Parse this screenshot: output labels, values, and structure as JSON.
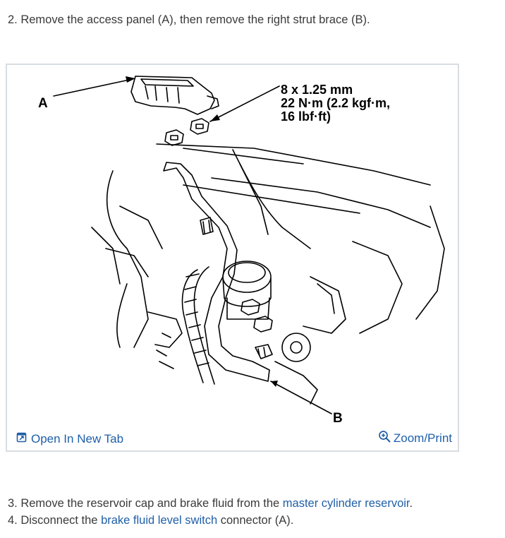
{
  "steps": {
    "step2": "2. Remove the access panel (A), then remove the right strut brace (B).",
    "step3_prefix": "3. Remove the reservoir cap and brake fluid from the ",
    "step3_link": "master cylinder reservoir",
    "step3_suffix": ".",
    "step4_prefix": "4. Disconnect the ",
    "step4_link": "brake fluid level switch",
    "step4_suffix": " connector (A)."
  },
  "figure": {
    "callout_a": "A",
    "callout_b": "B",
    "spec_line1": "8 x 1.25 mm",
    "spec_line2": "22 N·m (2.2 kgf·m,",
    "spec_line3": "16 lbf·ft)",
    "open_tab_label": "Open In New Tab",
    "zoom_label": "Zoom/Print",
    "open_tab_icon": "open-new-tab-icon",
    "zoom_icon": "zoom-magnifier-icon"
  },
  "colors": {
    "link": "#1f5fa8",
    "text": "#3a3a3a",
    "border": "#d8dde3"
  }
}
